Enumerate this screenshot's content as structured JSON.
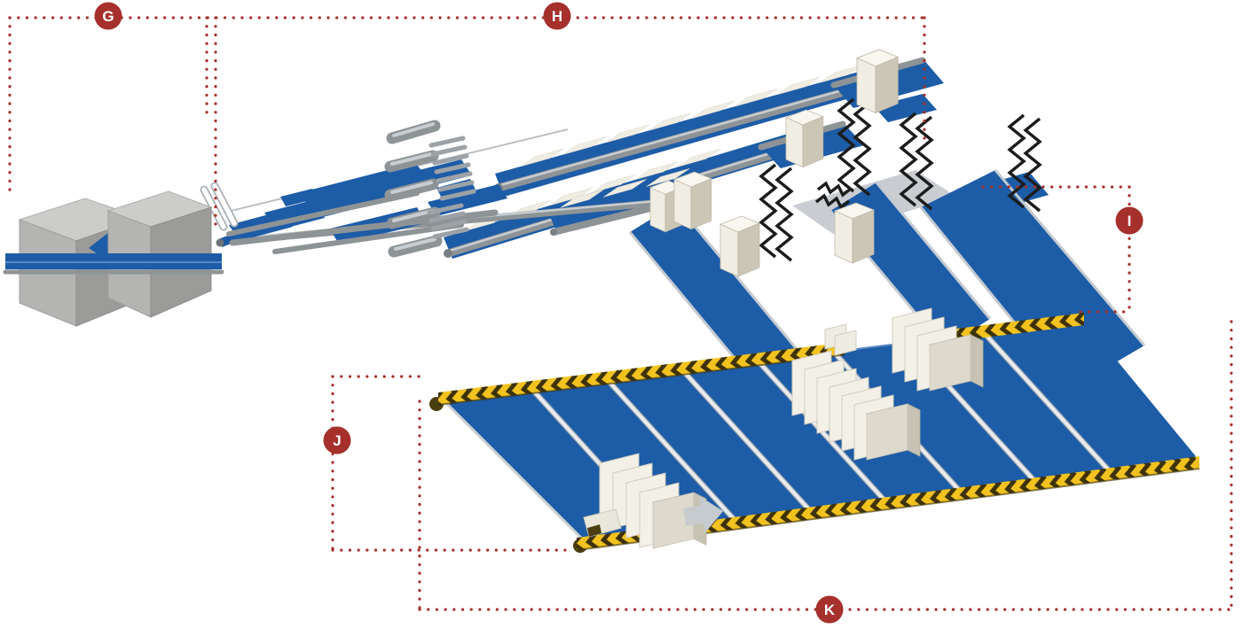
{
  "figure": {
    "background": "#FFFFFF",
    "callouts": [
      {
        "id": "G"
      },
      {
        "id": "H"
      },
      {
        "id": "I"
      },
      {
        "id": "J"
      },
      {
        "id": "K"
      }
    ],
    "style": {
      "badge_color": "#A5302C",
      "badge_text_color": "#FFFFFF",
      "dotted_line_color": "#A5302C",
      "conveyor_blue": "#1D5CA7",
      "machine_gray": "#B4B4B2",
      "roller_gray": "#8E9396",
      "cream": "#EDEAE0",
      "hazard_yellow": "#F2C31F",
      "hazard_dark": "#3D3208",
      "platform_gray": "#C9CDD2",
      "spring_black": "#1C1C1C"
    }
  }
}
